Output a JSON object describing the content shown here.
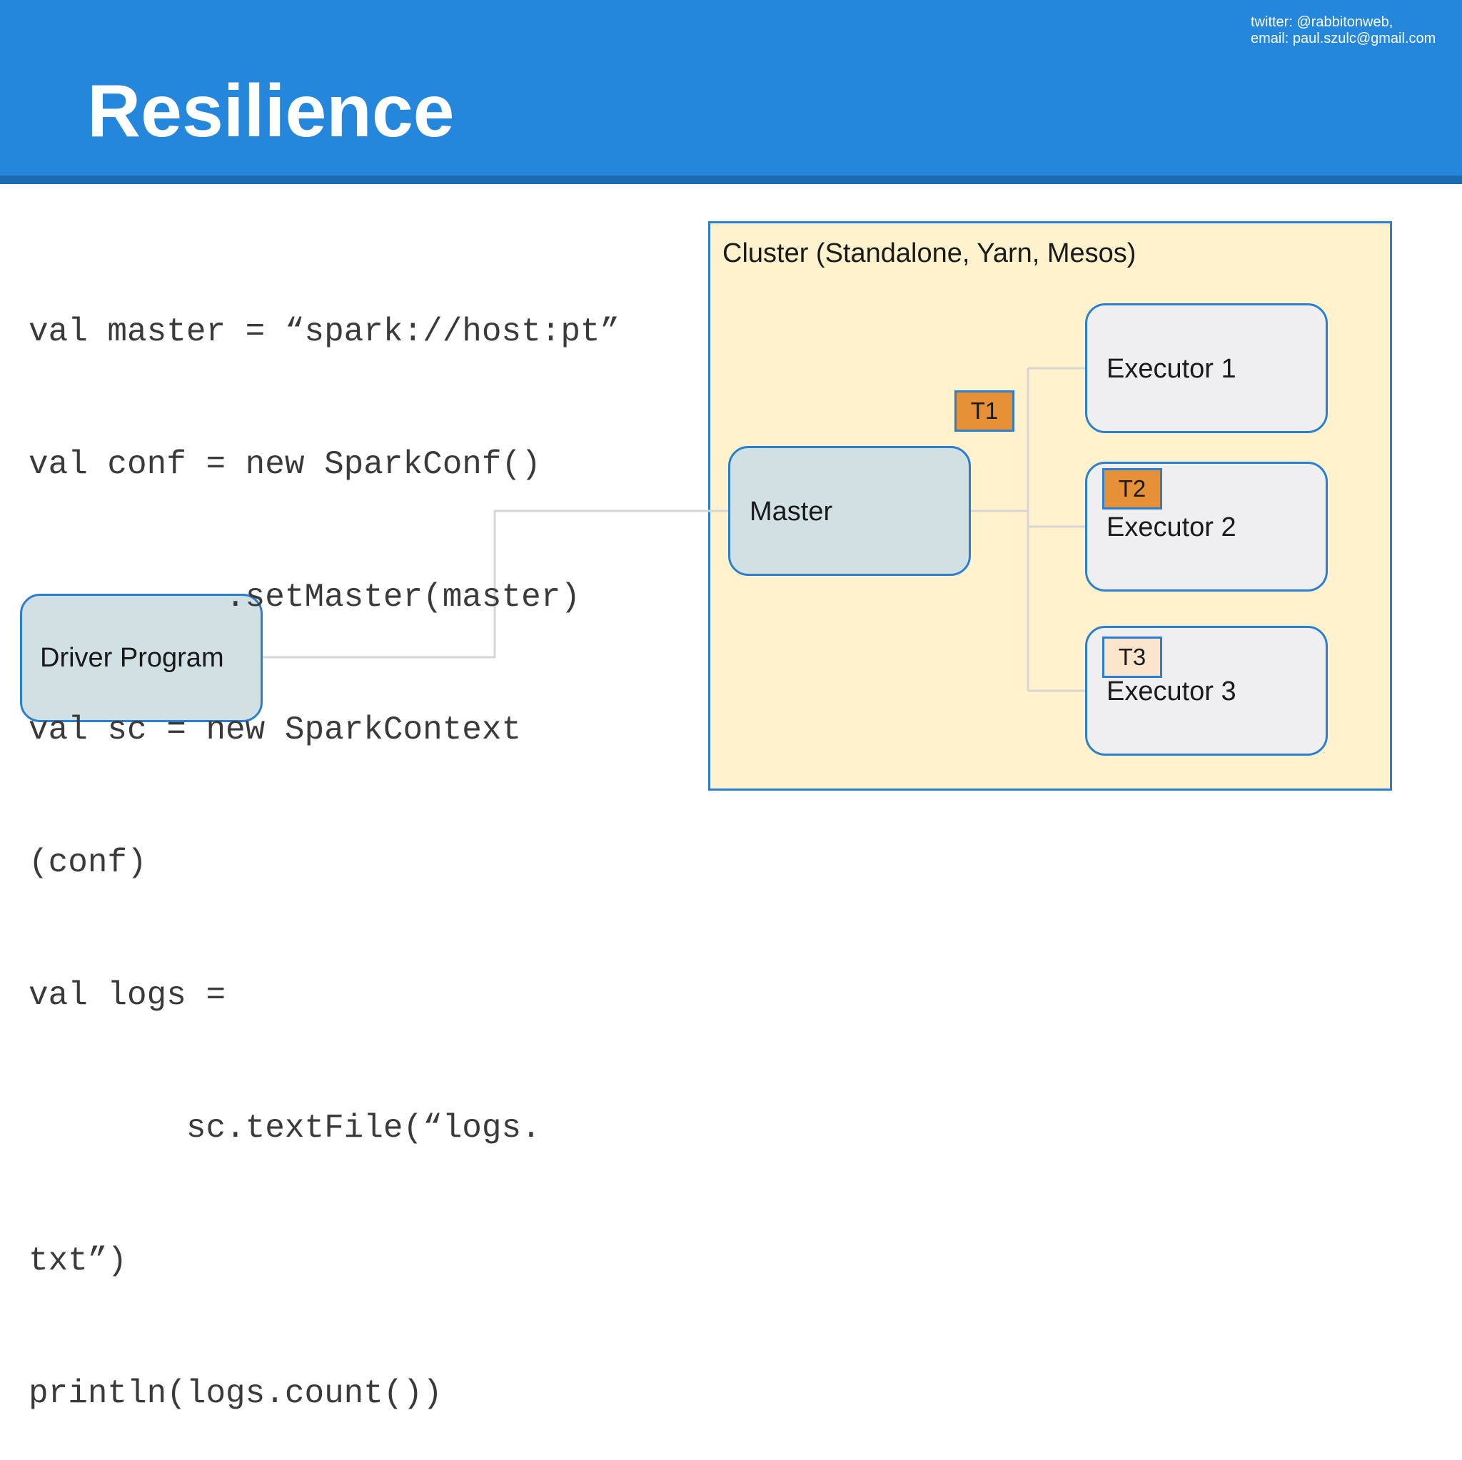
{
  "slide": {
    "title": "Resilience",
    "contact_line_1": "twitter: @rabbitonweb,",
    "contact_line_2": "email: paul.szulc@gmail.com"
  },
  "code": {
    "lines": [
      "val master = “spark://host:pt”",
      "val conf = new SparkConf()",
      "          .setMaster(master)",
      "val sc = new SparkContext",
      "(conf)",
      "val logs =",
      "        sc.textFile(“logs.",
      "txt”)",
      "println(logs.count())"
    ]
  },
  "diagram": {
    "driver": "Driver Program",
    "cluster": "Cluster (Standalone, Yarn, Mesos)",
    "master": "Master",
    "executors": [
      "Executor 1",
      "Executor 2",
      "Executor 3"
    ],
    "tasks": [
      "T1",
      "T2",
      "T3"
    ]
  },
  "colors": {
    "header": "#2587dc",
    "cluster_fill": "#fff2cc",
    "node_border": "#2b7fd1",
    "driver_master_fill": "#d0e0e3",
    "executor_fill": "#efeff1",
    "task_active": "#e69138",
    "task_pending": "#fce5cd"
  }
}
